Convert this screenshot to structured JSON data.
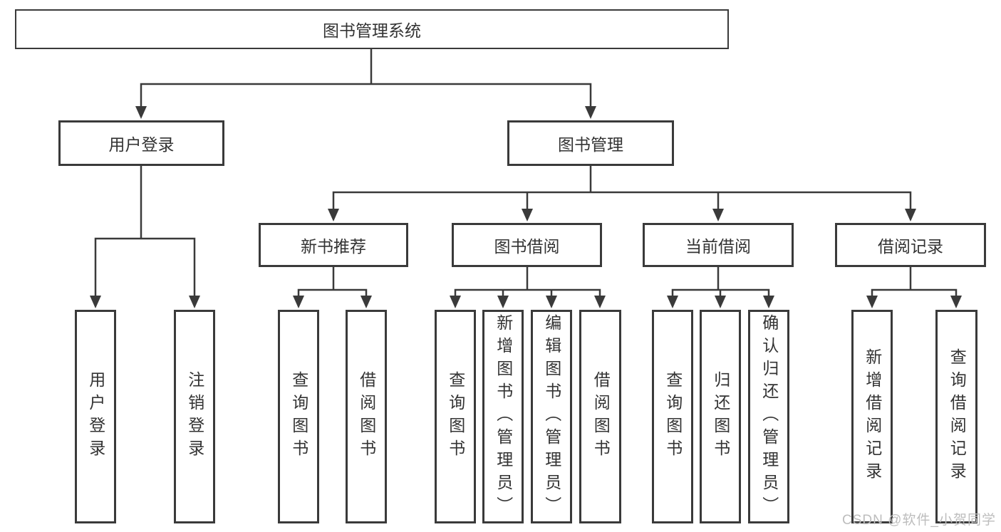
{
  "diagram": {
    "type": "hierarchy-tree",
    "tree": {
      "root": {
        "label": "图书管理系统"
      },
      "branches": [
        {
          "label": "用户登录",
          "children": [
            {
              "label": "用户登录"
            },
            {
              "label": "注销登录"
            }
          ]
        },
        {
          "label": "图书管理",
          "children": [
            {
              "label": "新书推荐",
              "children": [
                {
                  "label": "查询图书"
                },
                {
                  "label": "借阅图书"
                }
              ]
            },
            {
              "label": "图书借阅",
              "children": [
                {
                  "label": "查询图书"
                },
                {
                  "label": "新增图书（管理员）"
                },
                {
                  "label": "编辑图书（管理员）"
                },
                {
                  "label": "借阅图书"
                }
              ]
            },
            {
              "label": "当前借阅",
              "children": [
                {
                  "label": "查询图书"
                },
                {
                  "label": "归还图书"
                },
                {
                  "label": "确认归还（管理员）"
                }
              ]
            },
            {
              "label": "借阅记录",
              "children": [
                {
                  "label": "新增借阅记录"
                },
                {
                  "label": "查询借阅记录"
                }
              ]
            }
          ]
        }
      ]
    },
    "watermark": {
      "text": "CSDN @软件_小贺同学"
    },
    "colors": {
      "line": "#3a3a3a",
      "border": "#3a3a3a",
      "text": "#333333",
      "watermark": "#bdbdbd",
      "background": "#ffffff"
    }
  }
}
